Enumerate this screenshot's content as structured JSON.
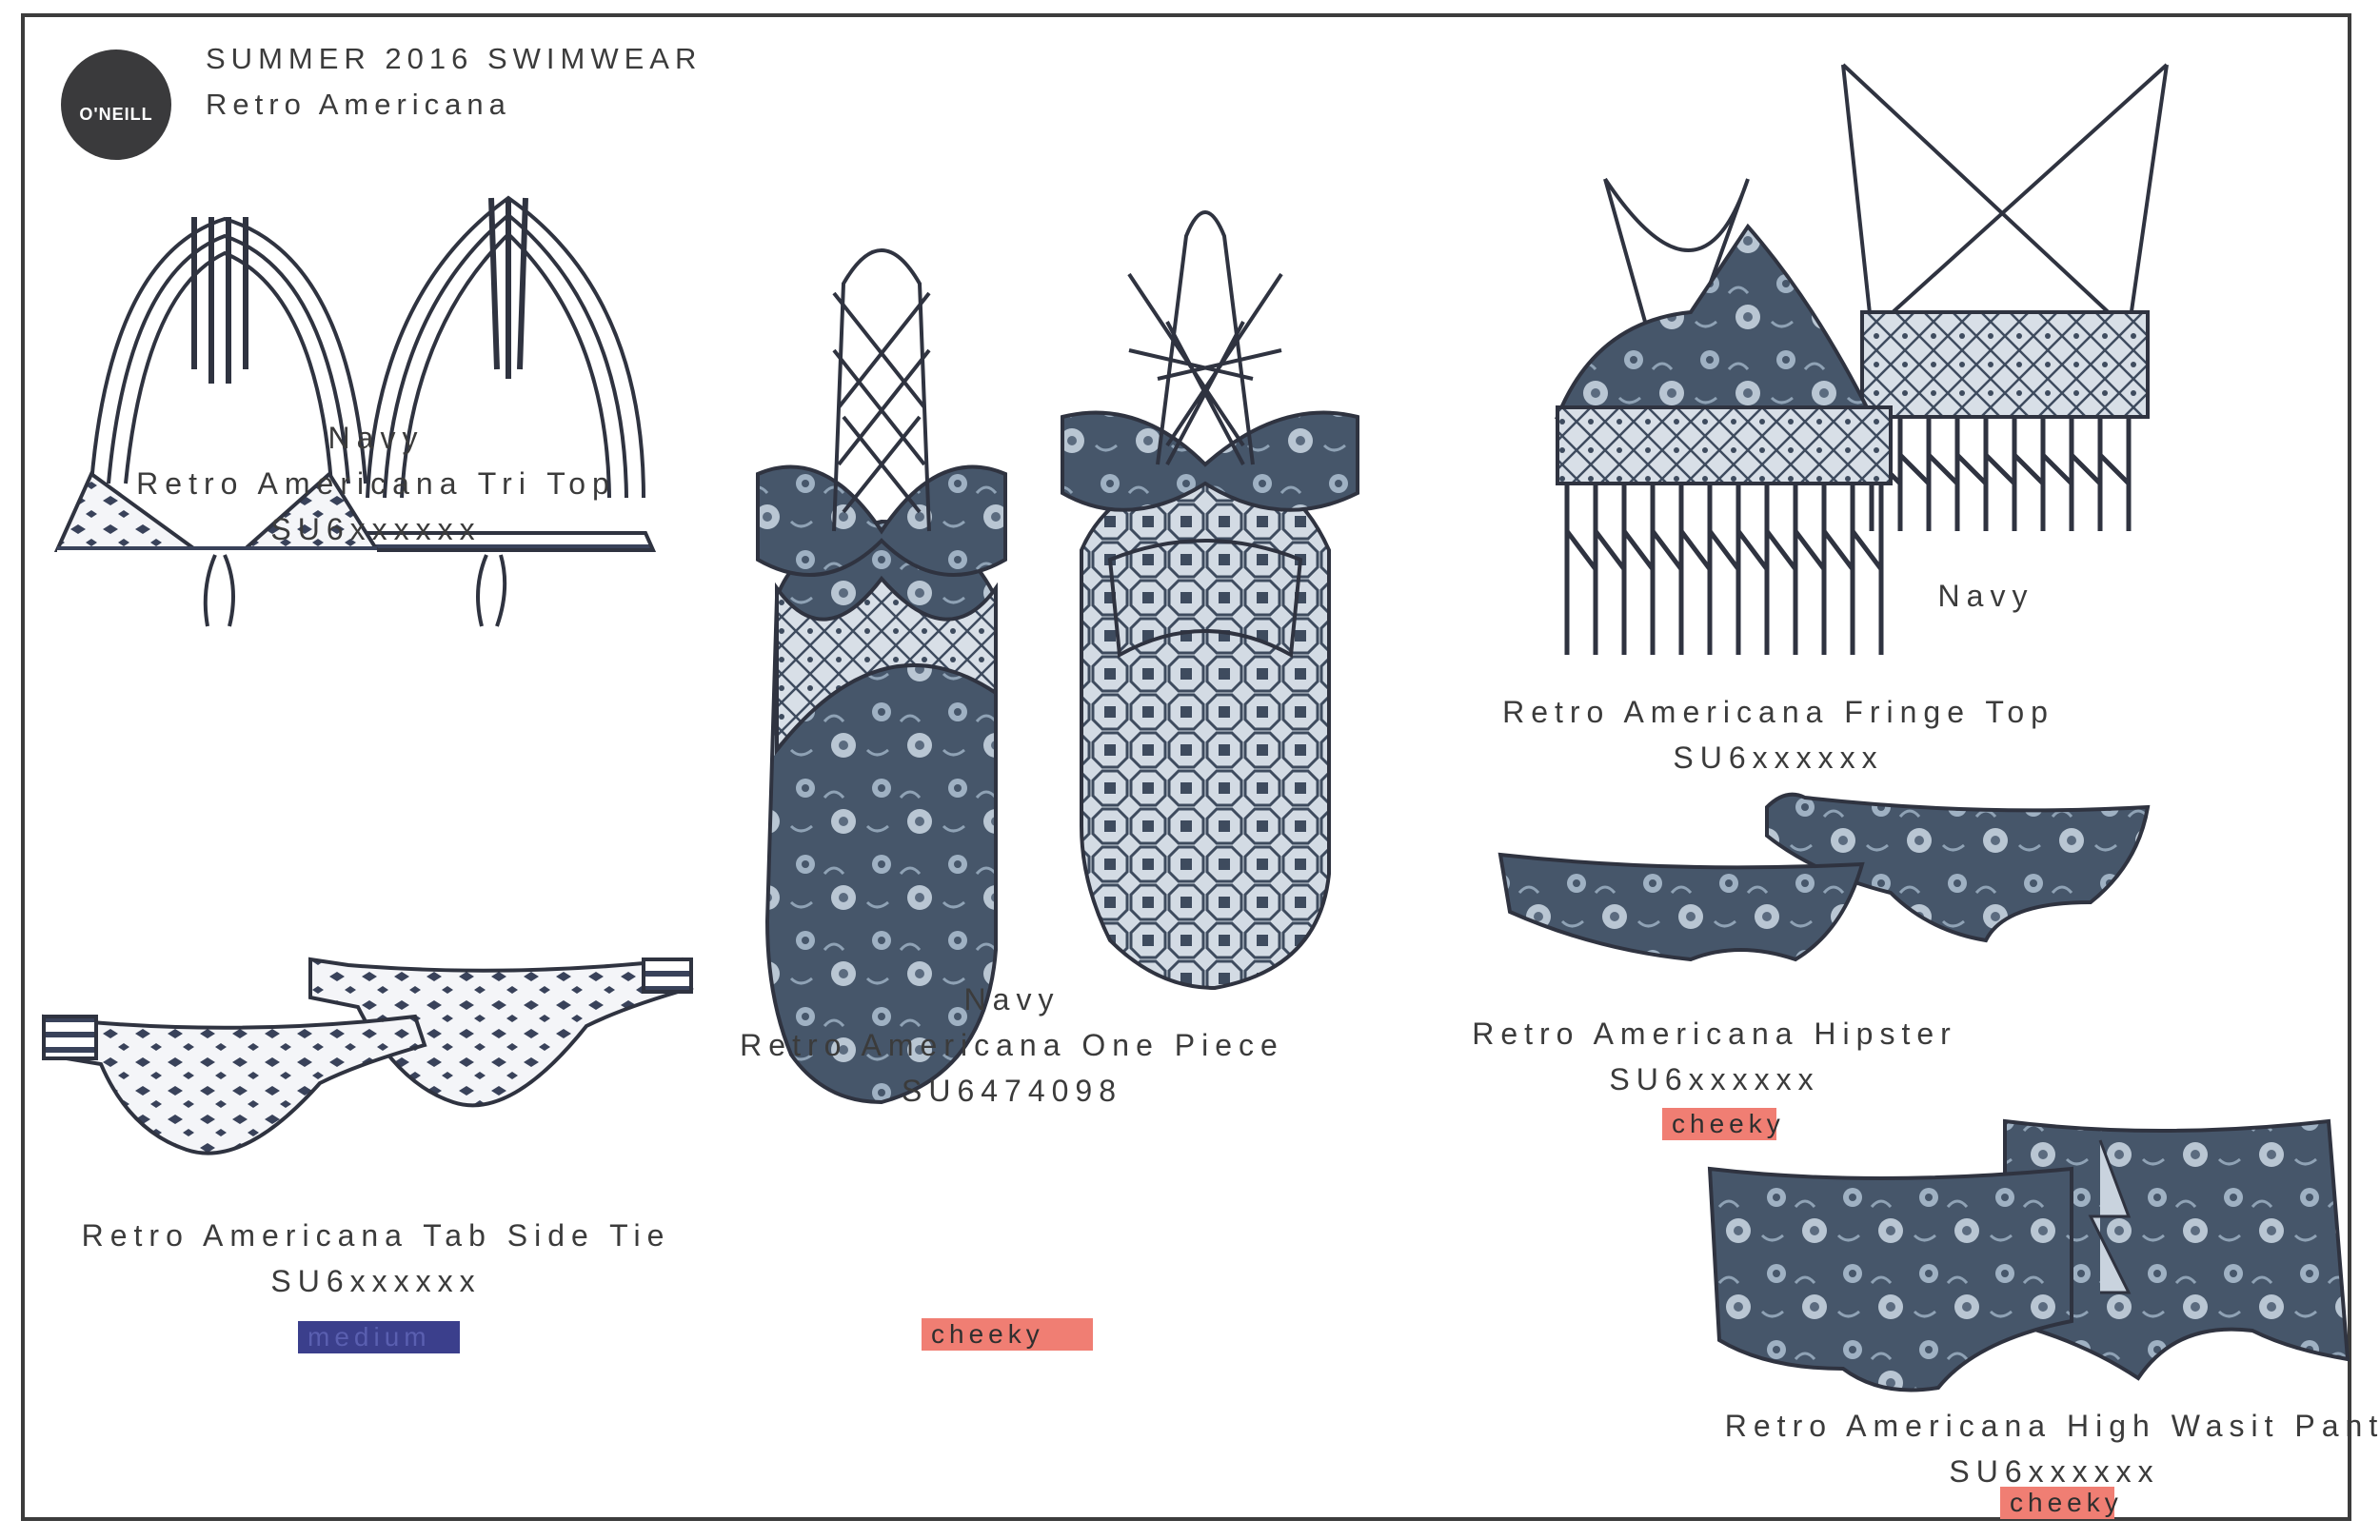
{
  "header": {
    "brand": "O'NEILL",
    "season": "SUMMER 2016 SWIMWEAR",
    "collection": "Retro Americana"
  },
  "colors": {
    "navy": "#37404f",
    "print_dark": "#46566a",
    "print_light": "#c9d3de",
    "line": "#2f3340",
    "badge_cheeky": "#f07e73",
    "badge_medium": "#3b3f8c"
  },
  "products": {
    "tri_top": {
      "color": "Navy",
      "name": "Retro Americana Tri Top",
      "code": "SU6xxxxxx"
    },
    "tab_side_tie": {
      "name": "Retro Americana Tab Side Tie",
      "code": "SU6xxxxxx",
      "fit": "medium"
    },
    "one_piece": {
      "color": "Navy",
      "name": "Retro Americana One Piece",
      "code": "SU6474098",
      "fit": "cheeky"
    },
    "fringe_top": {
      "color": "Navy",
      "name": "Retro Americana Fringe Top",
      "code": "SU6xxxxxx"
    },
    "hipster": {
      "name": "Retro Americana Hipster",
      "code": "SU6xxxxxx",
      "fit": "cheeky"
    },
    "high_waist": {
      "name": "Retro Americana High Wasit Pant",
      "code": "SU6xxxxxx",
      "fit": "cheeky"
    }
  }
}
